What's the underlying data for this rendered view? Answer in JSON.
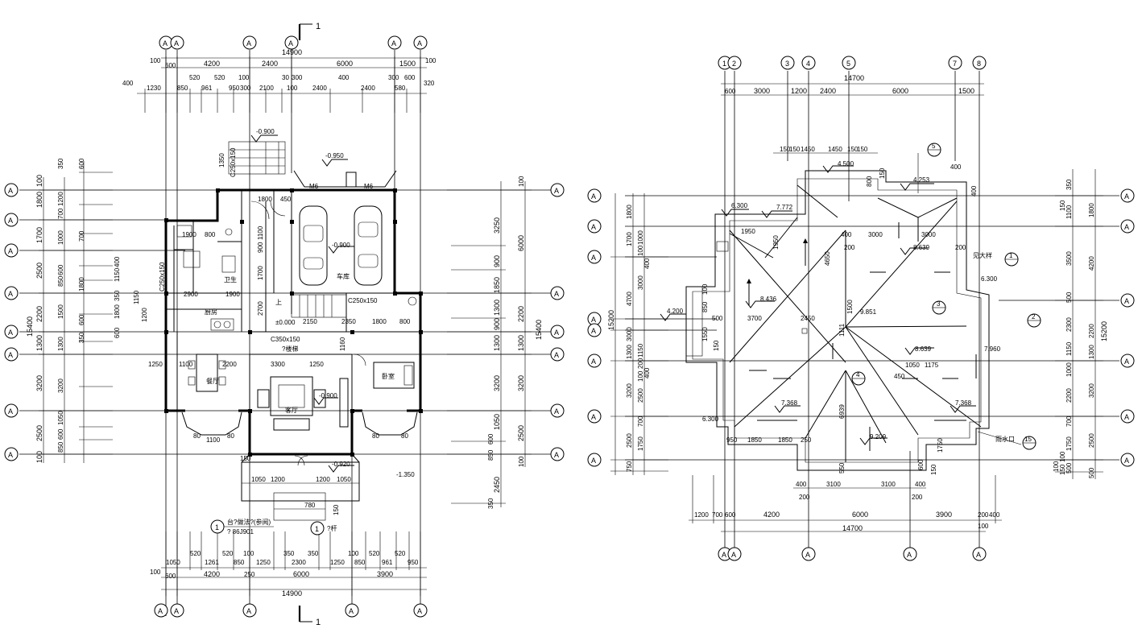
{
  "ground_plan": {
    "axis_label": "A",
    "section_mark": "1",
    "top_total": "14900",
    "top_dims": [
      "100",
      "600",
      "4200",
      "2400",
      "6000",
      "1500",
      "100"
    ],
    "top_dims_2": [
      "400",
      "1230",
      "520",
      "850",
      "961",
      "520",
      "950",
      "100",
      "300",
      "2100",
      "30",
      "300",
      "100",
      "2400",
      "400",
      "2400",
      "300",
      "580",
      "600",
      "320"
    ],
    "bottom_total": "14900",
    "bottom_dims": [
      "100",
      "600",
      "4200",
      "250",
      "6000",
      "3900"
    ],
    "bottom_dims_2": [
      "1050",
      "520",
      "1261",
      "520",
      "850",
      "100",
      "1250",
      "350",
      "2300",
      "350",
      "1250",
      "100",
      "850",
      "520",
      "961",
      "520",
      "950"
    ],
    "left_total": "15400",
    "left_dims": [
      "100",
      "1800",
      "1700",
      "2500",
      "2200",
      "1300",
      "3200",
      "2500",
      "100"
    ],
    "left_dims_2": [
      "350",
      "1200",
      "600",
      "700",
      "1000",
      "700",
      "600",
      "1800",
      "1500",
      "850",
      "600",
      "350",
      "400",
      "1150",
      "350",
      "1800",
      "600",
      "1300",
      "3200",
      "1050",
      "600",
      "850"
    ],
    "right_total": "15400",
    "right_dims": [
      "100",
      "6000",
      "2200",
      "1300",
      "3200",
      "2500",
      "100"
    ],
    "right_dims_2": [
      "3250",
      "900",
      "1850",
      "1300",
      "900",
      "1300",
      "3200",
      "1050",
      "600",
      "850",
      "2450",
      "350"
    ],
    "elevations": [
      "-0.900",
      "-0.950",
      "-0.900",
      "±0.000",
      "-0.900",
      "-0.920",
      "-1.350"
    ],
    "inner_dims": [
      "1900",
      "800",
      "1800",
      "450",
      "2900",
      "1900",
      "2150",
      "2350",
      "1800",
      "800",
      "1250",
      "1100",
      "2200",
      "3300",
      "1250",
      "1160",
      "1100",
      "80",
      "80",
      "80",
      "80",
      "150",
      "1050",
      "1200",
      "1200",
      "1050",
      "780",
      "150",
      "2700",
      "1700",
      "900",
      "1100",
      "1350",
      "1150",
      "1200"
    ],
    "openings": [
      "M6",
      "M6",
      "C250x150",
      "C250x150",
      "C250x150",
      "C350x150"
    ],
    "rooms": [
      "车库",
      "客厅",
      "餐厅",
      "厨房",
      "卫生",
      "卧室",
      "上"
    ],
    "notes": [
      "?楼梯",
      "台?做法?(参阅)",
      "? 86J901",
      "?杆"
    ],
    "detail_marks": [
      "1",
      "1"
    ]
  },
  "roof_plan": {
    "axis_top": [
      "1",
      "2",
      "3",
      "4",
      "5",
      "7",
      "8"
    ],
    "axis_label": "A",
    "top_total": "14700",
    "top_dims": [
      "600",
      "3000",
      "1200",
      "2400",
      "6000",
      "1500"
    ],
    "top_dims_2": [
      "150",
      "150",
      "1450",
      "1450",
      "150",
      "150",
      "400"
    ],
    "bottom_total": "14700",
    "bottom_dims": [
      "1200",
      "700",
      "600",
      "4200",
      "6000",
      "3900",
      "200",
      "400"
    ],
    "bottom_dims_2": [
      "400",
      "3100",
      "3100",
      "400",
      "200",
      "200",
      "100"
    ],
    "left_total": "15200",
    "left_dims": [
      "1800",
      "1700",
      "4700",
      "3000",
      "1300",
      "3200",
      "2500",
      "750"
    ],
    "left_dims_2": [
      "1000",
      "100",
      "400",
      "3000",
      "1150",
      "200",
      "400",
      "100",
      "2500",
      "700",
      "1750"
    ],
    "right_total": "15200",
    "right_dims": [
      "350",
      "1800",
      "4200",
      "2200",
      "1300",
      "3200",
      "2500",
      "500"
    ],
    "right_dims_2": [
      "150",
      "1100",
      "3500",
      "500",
      "2300",
      "1150",
      "1000",
      "2200",
      "700",
      "1750",
      "500",
      "150",
      "100",
      "100"
    ],
    "elevations": [
      "4.500",
      "4.253",
      "6.300",
      "7.772",
      "8.639",
      "6.300",
      "8.436",
      "9.851",
      "8.639",
      "7.960",
      "7.368",
      "7.368",
      "6.300",
      "9.209",
      "4.200"
    ],
    "inner_dims": [
      "1950",
      "1950",
      "4650",
      "3000",
      "3000",
      "3700",
      "2450",
      "1500",
      "1050",
      "1175",
      "450",
      "6939",
      "950",
      "1850",
      "1850",
      "250",
      "1750",
      "550",
      "800",
      "150",
      "400",
      "400",
      "200",
      "200",
      "1111",
      "850",
      "1550",
      "150",
      "500",
      "600",
      "150",
      "100"
    ],
    "detail_marks": [
      "5",
      "1",
      "3",
      "2",
      "4",
      "15"
    ],
    "notes": [
      "雨水口",
      "见大样"
    ]
  }
}
